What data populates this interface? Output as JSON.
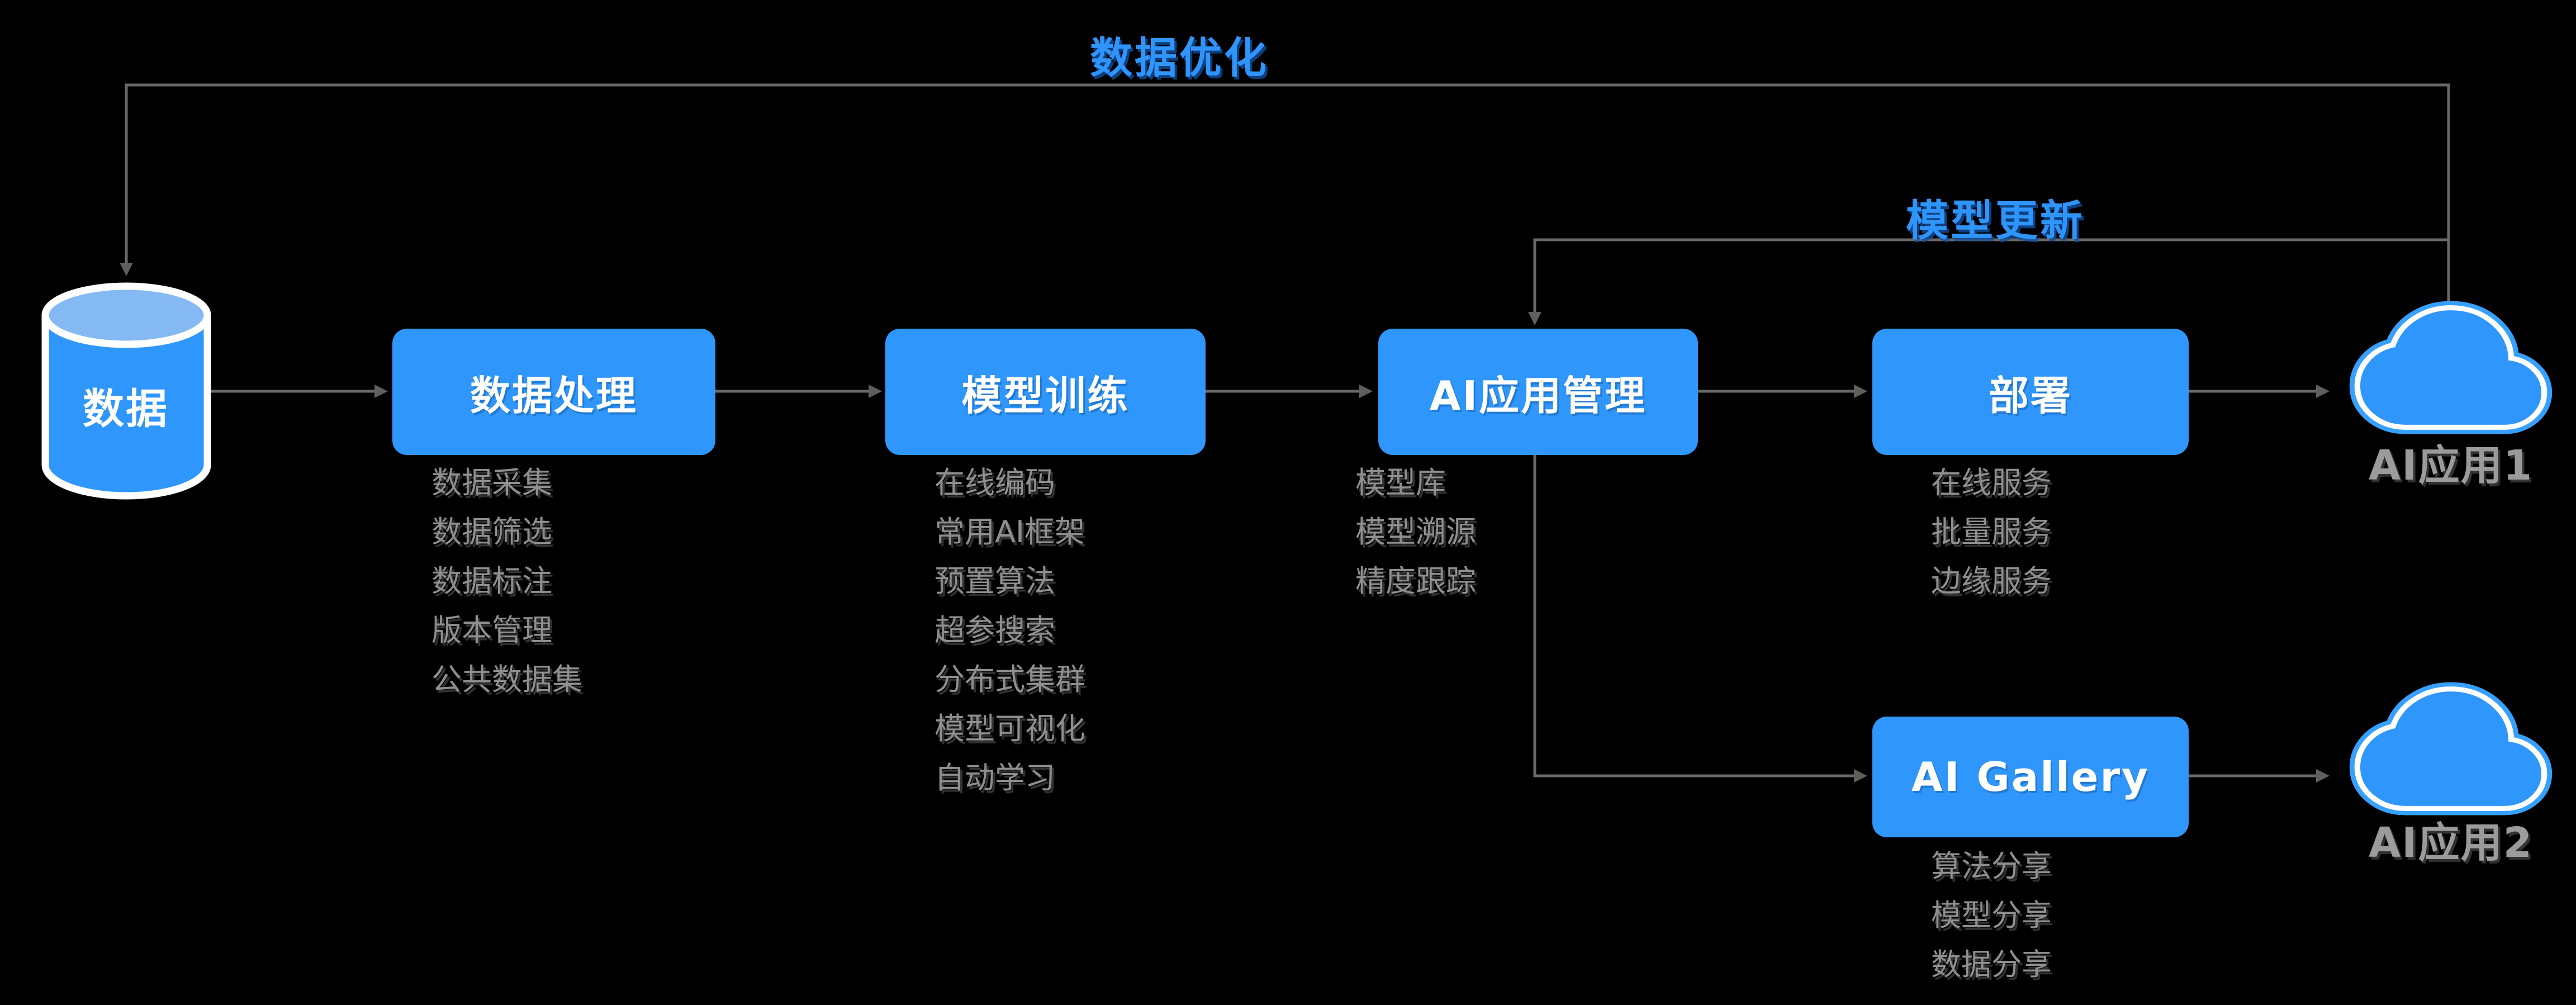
{
  "colors": {
    "background": "#000000",
    "node_blue": "#2F96FB",
    "cylinder_top_blue": "#85B9F3",
    "cloud_outline_blue": "#35A0FE",
    "connector_gray": "#696969",
    "arrowhead_gray": "#5F5F5F",
    "list_text_gray": "#8F8F8F",
    "cloud_label_gray": "#9B9B9B",
    "flow_label_blue": "#2F95FB",
    "node_text_white": "#FFFFFF"
  },
  "flow_labels": {
    "data_optimization": "数据优化",
    "model_update": "模型更新"
  },
  "nodes": {
    "database": {
      "label": "数据"
    },
    "data_processing": {
      "label": "数据处理",
      "features": [
        "数据采集",
        "数据筛选",
        "数据标注",
        "版本管理",
        "公共数据集"
      ]
    },
    "model_training": {
      "label": "模型训练",
      "features": [
        "在线编码",
        "常用AI框架",
        "预置算法",
        "超参搜索",
        "分布式集群",
        "模型可视化",
        "自动学习"
      ]
    },
    "ai_app_management": {
      "label": "AI应用管理",
      "features": [
        "模型库",
        "模型溯源",
        "精度跟踪"
      ]
    },
    "deployment": {
      "label": "部署",
      "features": [
        "在线服务",
        "批量服务",
        "边缘服务"
      ]
    },
    "ai_gallery": {
      "label": "AI Gallery",
      "features": [
        "算法分享",
        "模型分享",
        "数据分享"
      ]
    },
    "ai_app_1": {
      "label": "AI应用1"
    },
    "ai_app_2": {
      "label": "AI应用2"
    }
  }
}
